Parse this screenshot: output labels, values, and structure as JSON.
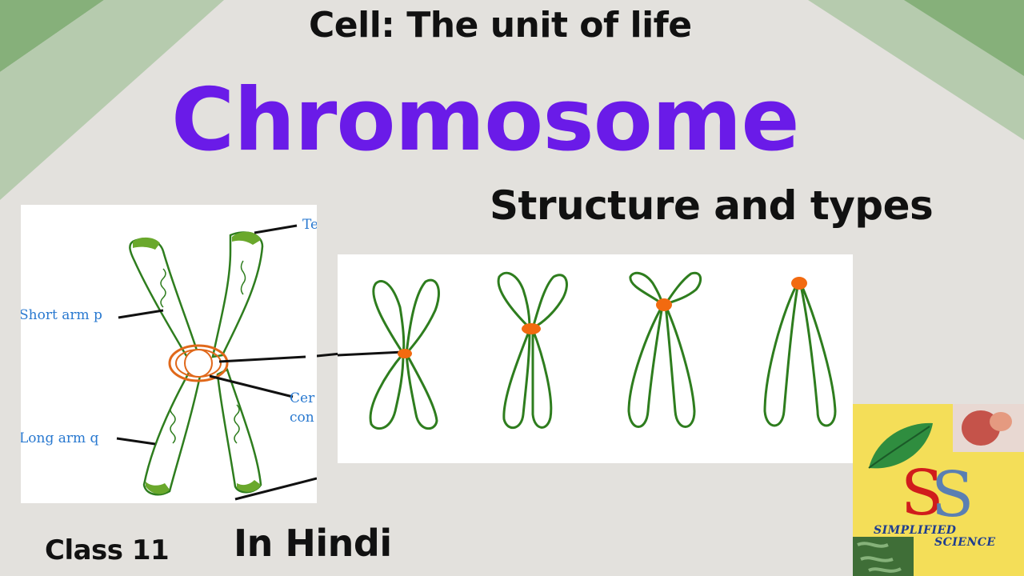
{
  "header": {
    "subtitle": "Cell: The unit of life",
    "title": "Chromosome",
    "subheading": "Structure and types"
  },
  "footer": {
    "class_label": "Class 11",
    "language_label": "In Hindi"
  },
  "diagram_labels": {
    "telomere_partial": "Te",
    "short_arm": "Short arm p",
    "long_arm": "Long arm q",
    "centromere_partial_1": "Cer",
    "centromere_partial_2": "con"
  },
  "logo": {
    "line1": "SIMPLIFIED",
    "line2": "SCIENCE"
  },
  "colors": {
    "background": "#e3e1dd",
    "title": "#6a1be8",
    "chromatid_stroke": "#2e7d1e",
    "centromere": "#f26a10",
    "label_blue": "#2979d0",
    "logo_bg": "#f4de58"
  }
}
